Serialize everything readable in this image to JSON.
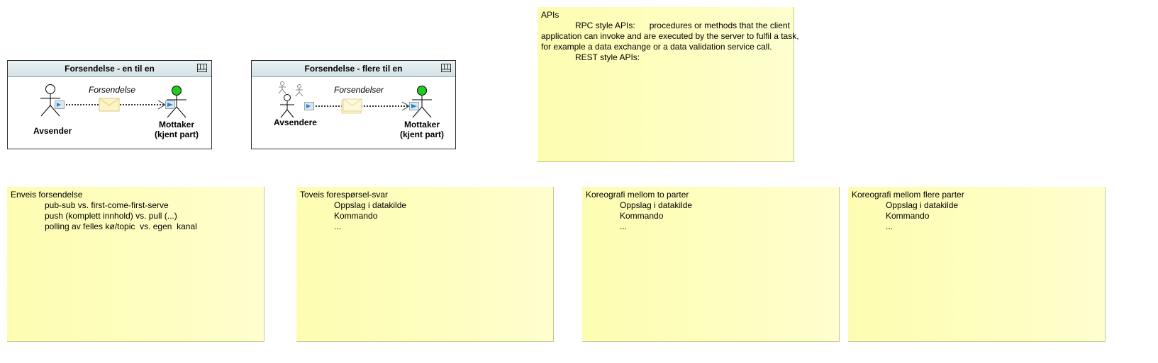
{
  "frames": [
    {
      "title": "Forsendelse - en til en",
      "sender_label": "Avsender",
      "flow_label": "Forsendelse",
      "receiver_label_1": "Mottaker",
      "receiver_label_2": "(kjent part)"
    },
    {
      "title": "Forsendelse - flere til en",
      "sender_label": "Avsendere",
      "flow_label": "Forsendelser",
      "receiver_label_1": "Mottaker",
      "receiver_label_2": "(kjent part)"
    }
  ],
  "api_note": {
    "title": "APIs",
    "rpc_label": "RPC style APIs:",
    "rpc_text_1": "procedures or methods that the client",
    "rpc_text_2": "application can invoke and are executed by the server to fulfil a task,",
    "rpc_text_3": "for example a data exchange or a data validation service call.",
    "rest_label": "REST style APIs:"
  },
  "notes": [
    {
      "title": "Enveis forsendelse",
      "items": [
        "pub-sub vs. first-come-first-serve",
        "push (komplett innhold) vs. pull (...)",
        "polling av felles kø/topic  vs. egen  kanal"
      ]
    },
    {
      "title": "Toveis forespørsel-svar",
      "items": [
        "Oppslag i datakilde",
        "Kommando",
        "..."
      ]
    },
    {
      "title": "Koreografi mellom to parter",
      "items": [
        "Oppslag i datakilde",
        "Kommando",
        "..."
      ]
    },
    {
      "title": "Koreografi mellom flere parter",
      "items": [
        "Oppslag i datakilde",
        "Kommando",
        "..."
      ]
    }
  ],
  "colors": {
    "note_bg": "#fefec0",
    "receiver_head": "#22cc22",
    "frame_header": "#dde9ec"
  }
}
